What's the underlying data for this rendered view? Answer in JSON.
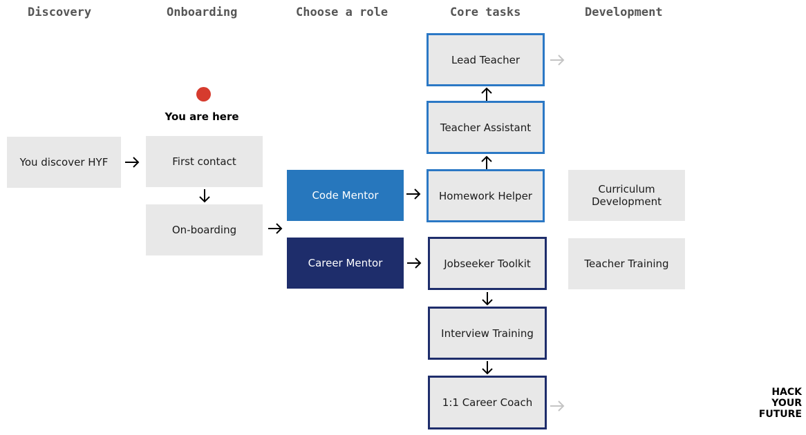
{
  "columns": {
    "discovery": "Discovery",
    "onboarding": "Onboarding",
    "choose_role": "Choose a role",
    "core_tasks": "Core tasks",
    "development": "Development"
  },
  "marker": {
    "label": "You are here",
    "color": "#d63b2e"
  },
  "nodes": {
    "discover": "You discover HYF",
    "first_contact": "First contact",
    "onboarding": "On-boarding",
    "code_mentor": "Code Mentor",
    "career_mentor": "Career Mentor",
    "lead_teacher": "Lead Teacher",
    "teacher_assistant": "Teacher Assistant",
    "homework_helper": "Homework Helper",
    "jobseeker_toolkit": "Jobseeker Toolkit",
    "interview_training": "Interview Training",
    "career_coach": "1:1 Career Coach",
    "curriculum_dev_line1": "Curriculum",
    "curriculum_dev_line2": "Development",
    "teacher_training": "Teacher Training"
  },
  "colors": {
    "code_track": "#2777bd",
    "career_track": "#1e2d6b",
    "box_gray": "#e8e8e8"
  },
  "logo": {
    "line1": "HACK",
    "line2": "YOUR",
    "line3": "FUTURE"
  }
}
